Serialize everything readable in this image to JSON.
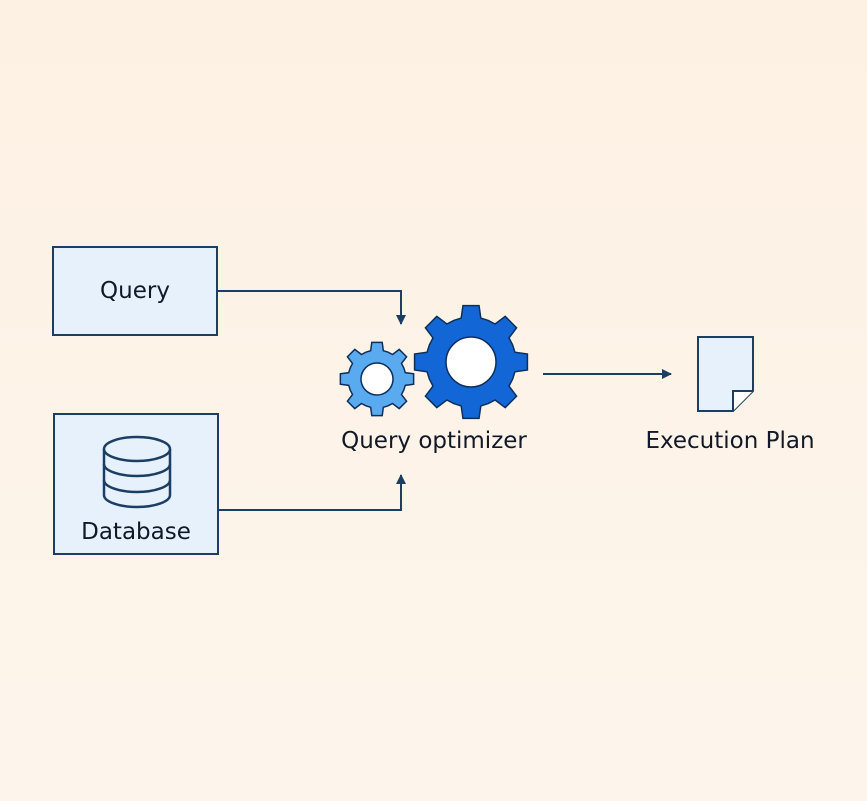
{
  "diagram": {
    "nodes": {
      "query": {
        "label": "Query"
      },
      "database": {
        "label": "Database",
        "icon": "database-icon"
      },
      "optimizer": {
        "label": "Query optimizer",
        "icon": "gears-icon"
      },
      "plan": {
        "label": "Execution Plan",
        "icon": "document-icon"
      }
    },
    "edges": [
      {
        "from": "query",
        "to": "optimizer"
      },
      {
        "from": "database",
        "to": "optimizer"
      },
      {
        "from": "optimizer",
        "to": "plan"
      }
    ]
  },
  "colors": {
    "background": "#fdf3e7",
    "box_fill": "#e6f1fc",
    "border": "#1c3e62",
    "gear_large": "#1366d6",
    "gear_small": "#5aaaf0",
    "document_fill": "#e6f1fc"
  }
}
